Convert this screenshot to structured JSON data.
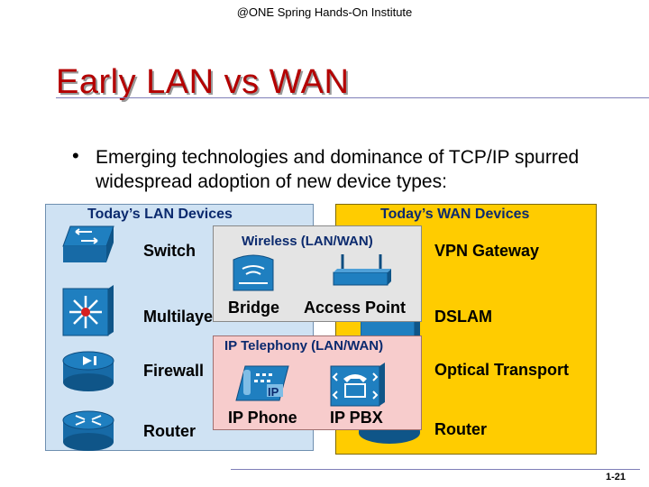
{
  "header": "@ONE Spring  Hands-On Institute",
  "title": "Early LAN vs WAN",
  "bullet": "Emerging technologies and dominance of TCP/IP spurred widespread adoption of new device types:",
  "lan": {
    "title": "Today’s LAN Devices",
    "devices": [
      "Switch",
      "Multilayer",
      "Firewall",
      "Router"
    ]
  },
  "wan": {
    "title": "Today’s WAN Devices",
    "devices": [
      "VPN Gateway",
      "DSLAM",
      "Optical Transport",
      "Router"
    ]
  },
  "wireless": {
    "title": "Wireless (LAN/WAN)",
    "items": [
      "Bridge",
      "Access Point"
    ]
  },
  "ip_telephony": {
    "title": "IP Telephony (LAN/WAN)",
    "items": [
      "IP Phone",
      "IP PBX"
    ],
    "phone_badge": "IP"
  },
  "page_number": "1-21",
  "colors": {
    "title": "#b40000",
    "lan_box": "#cfe2f3",
    "wan_box": "#ffcc00",
    "wireless_box": "#e4e4e4",
    "telephony_box": "#f7cccc",
    "icon_blue": "#1f7fc0"
  }
}
